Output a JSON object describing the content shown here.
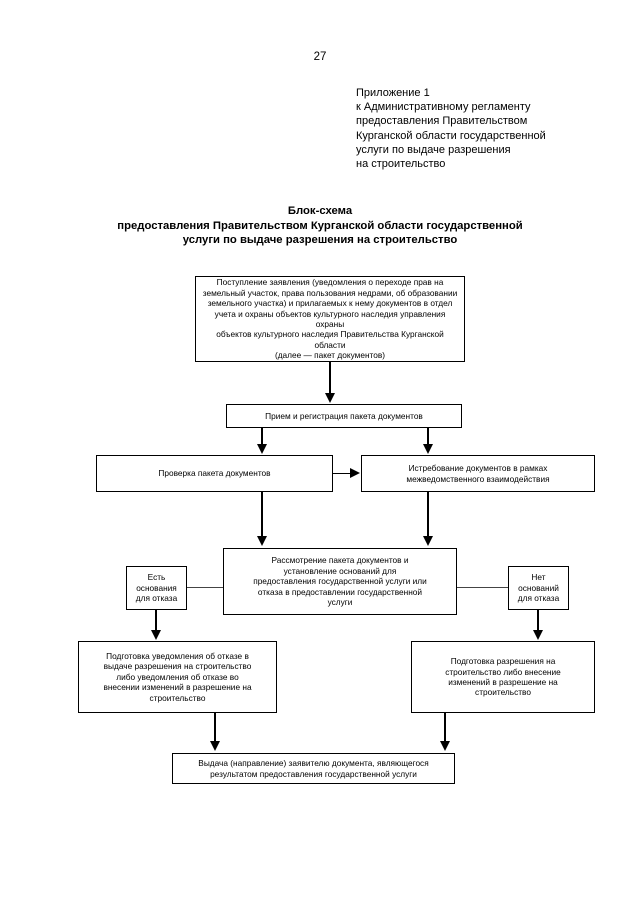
{
  "document": {
    "page_number": "27",
    "appendix": "Приложение 1\nк Административному регламенту\nпредоставления Правительством\nКурганской области государственной\nуслуги по выдаче разрешения\nна строительство",
    "scheme_title": "Блок-схема\nпредоставления Правительством Курганской области государственной\nуслуги по выдаче разрешения на строительство"
  },
  "flowchart": {
    "type": "flowchart",
    "orientation": "top-to-bottom",
    "nodes": [
      {
        "id": "intake",
        "label": "Поступление заявления (уведомления о переходе прав на\nземельный участок, права пользования недрами, об образовании\nземельного участка) и прилагаемых к нему документов в отдел\nучета и охраны объектов культурного наследия управления охраны\nобъектов культурного наследия Правительства Курганской области\n(далее — пакет документов)"
      },
      {
        "id": "register",
        "label": "Прием и регистрация пакета документов"
      },
      {
        "id": "check",
        "label": "Проверка пакета документов"
      },
      {
        "id": "interagency",
        "label": "Истребование документов в рамках\nмежведомственного взаимодействия"
      },
      {
        "id": "review",
        "label": "Рассмотрение пакета документов и\nустановление оснований для\nпредоставления государственной услуги или\nотказа в предоставлении государственной\nуслуги"
      },
      {
        "id": "grounds_yes",
        "label": "Есть\nоснования\nдля отказа"
      },
      {
        "id": "grounds_no",
        "label": "Нет\nоснований\nдля отказа"
      },
      {
        "id": "refusal",
        "label": "Подготовка уведомления об отказе в\nвыдаче разрешения на строительство\nлибо уведомления об отказе во\nвнесении изменений в разрешение на\nстроительство"
      },
      {
        "id": "permit",
        "label": "Подготовка разрешения на\nстроительство либо внесение\nизменений в разрешение на\nстроительство"
      },
      {
        "id": "issue",
        "label": "Выдача (направление) заявителю документа, являющегося\nрезультатом предоставления государственной услуги"
      }
    ],
    "edges": [
      {
        "from": "intake",
        "to": "register",
        "style": "arrow"
      },
      {
        "from": "register",
        "to": "check",
        "style": "arrow"
      },
      {
        "from": "register",
        "to": "interagency",
        "style": "arrow"
      },
      {
        "from": "check",
        "to": "interagency",
        "style": "arrow"
      },
      {
        "from": "check",
        "to": "review",
        "style": "arrow"
      },
      {
        "from": "interagency",
        "to": "review",
        "style": "arrow"
      },
      {
        "from": "review",
        "to": "grounds_yes",
        "style": "line"
      },
      {
        "from": "review",
        "to": "grounds_no",
        "style": "line"
      },
      {
        "from": "grounds_yes",
        "to": "refusal",
        "style": "arrow"
      },
      {
        "from": "grounds_no",
        "to": "permit",
        "style": "arrow"
      },
      {
        "from": "refusal",
        "to": "issue",
        "style": "arrow"
      },
      {
        "from": "permit",
        "to": "issue",
        "style": "arrow"
      }
    ]
  },
  "colors": {
    "ink": "#000000",
    "paper": "#ffffff"
  }
}
